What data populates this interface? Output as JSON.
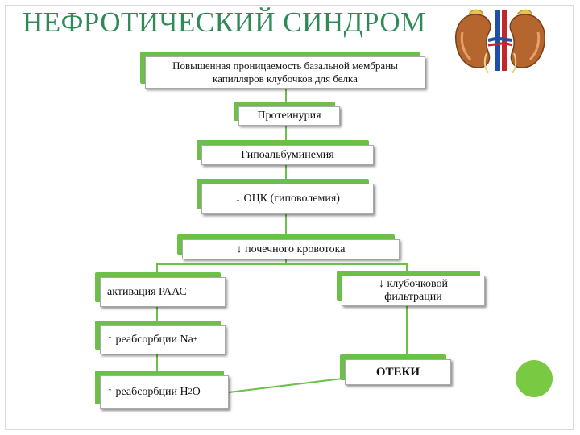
{
  "title": "НЕФРОТИЧЕСКИЙ СИНДРОМ",
  "nodes": {
    "permeability": "Повышенная проницаемость базальной мембраны капилляров клубочков для белка",
    "proteinuria": "Протеинурия",
    "hypoalbuminemia": "Гипоальбуминемия",
    "bcv": "↓ ОЦК (гиповолемия)",
    "renal_flow": "↓ почечного кровотока",
    "raas": "активация РААС",
    "gfr": "↓ клубочковой фильтрации",
    "na_prefix": "↑ реабсорбции Na",
    "na_sup": "+",
    "h2o_prefix": "↑ реабсорбции Н",
    "h2o_sub": "2",
    "h2o_suffix": "О",
    "edema": "ОТЕКИ"
  },
  "colors": {
    "title": "#2e8b57",
    "box_shadow_green": "#6cc04a",
    "connector": "#6cc04a",
    "dot": "#7ac943"
  },
  "icons": {
    "kidney": "kidney-icon",
    "dot": "green-dot-icon"
  }
}
